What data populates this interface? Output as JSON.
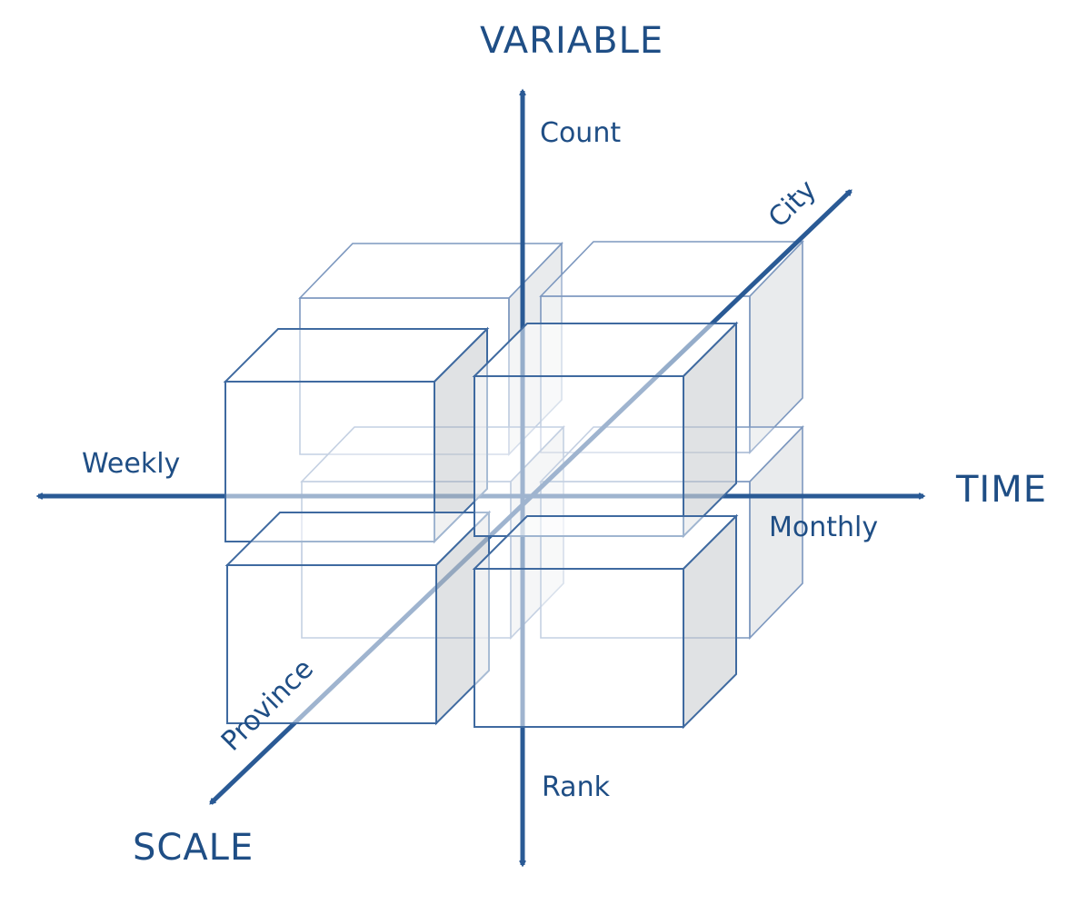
{
  "axes": {
    "variable": {
      "title": "VARIABLE",
      "positive_label": "Count",
      "negative_label": "Rank"
    },
    "time": {
      "title": "TIME",
      "positive_label": "Monthly",
      "negative_label": "Weekly"
    },
    "scale": {
      "title": "SCALE",
      "positive_label": "City",
      "negative_label": "Province"
    }
  },
  "colors": {
    "axis": "#2a5a95",
    "text": "#1f4e85",
    "cube_edge": "#3f6aa0",
    "cube_side": "#cfd2d6"
  }
}
